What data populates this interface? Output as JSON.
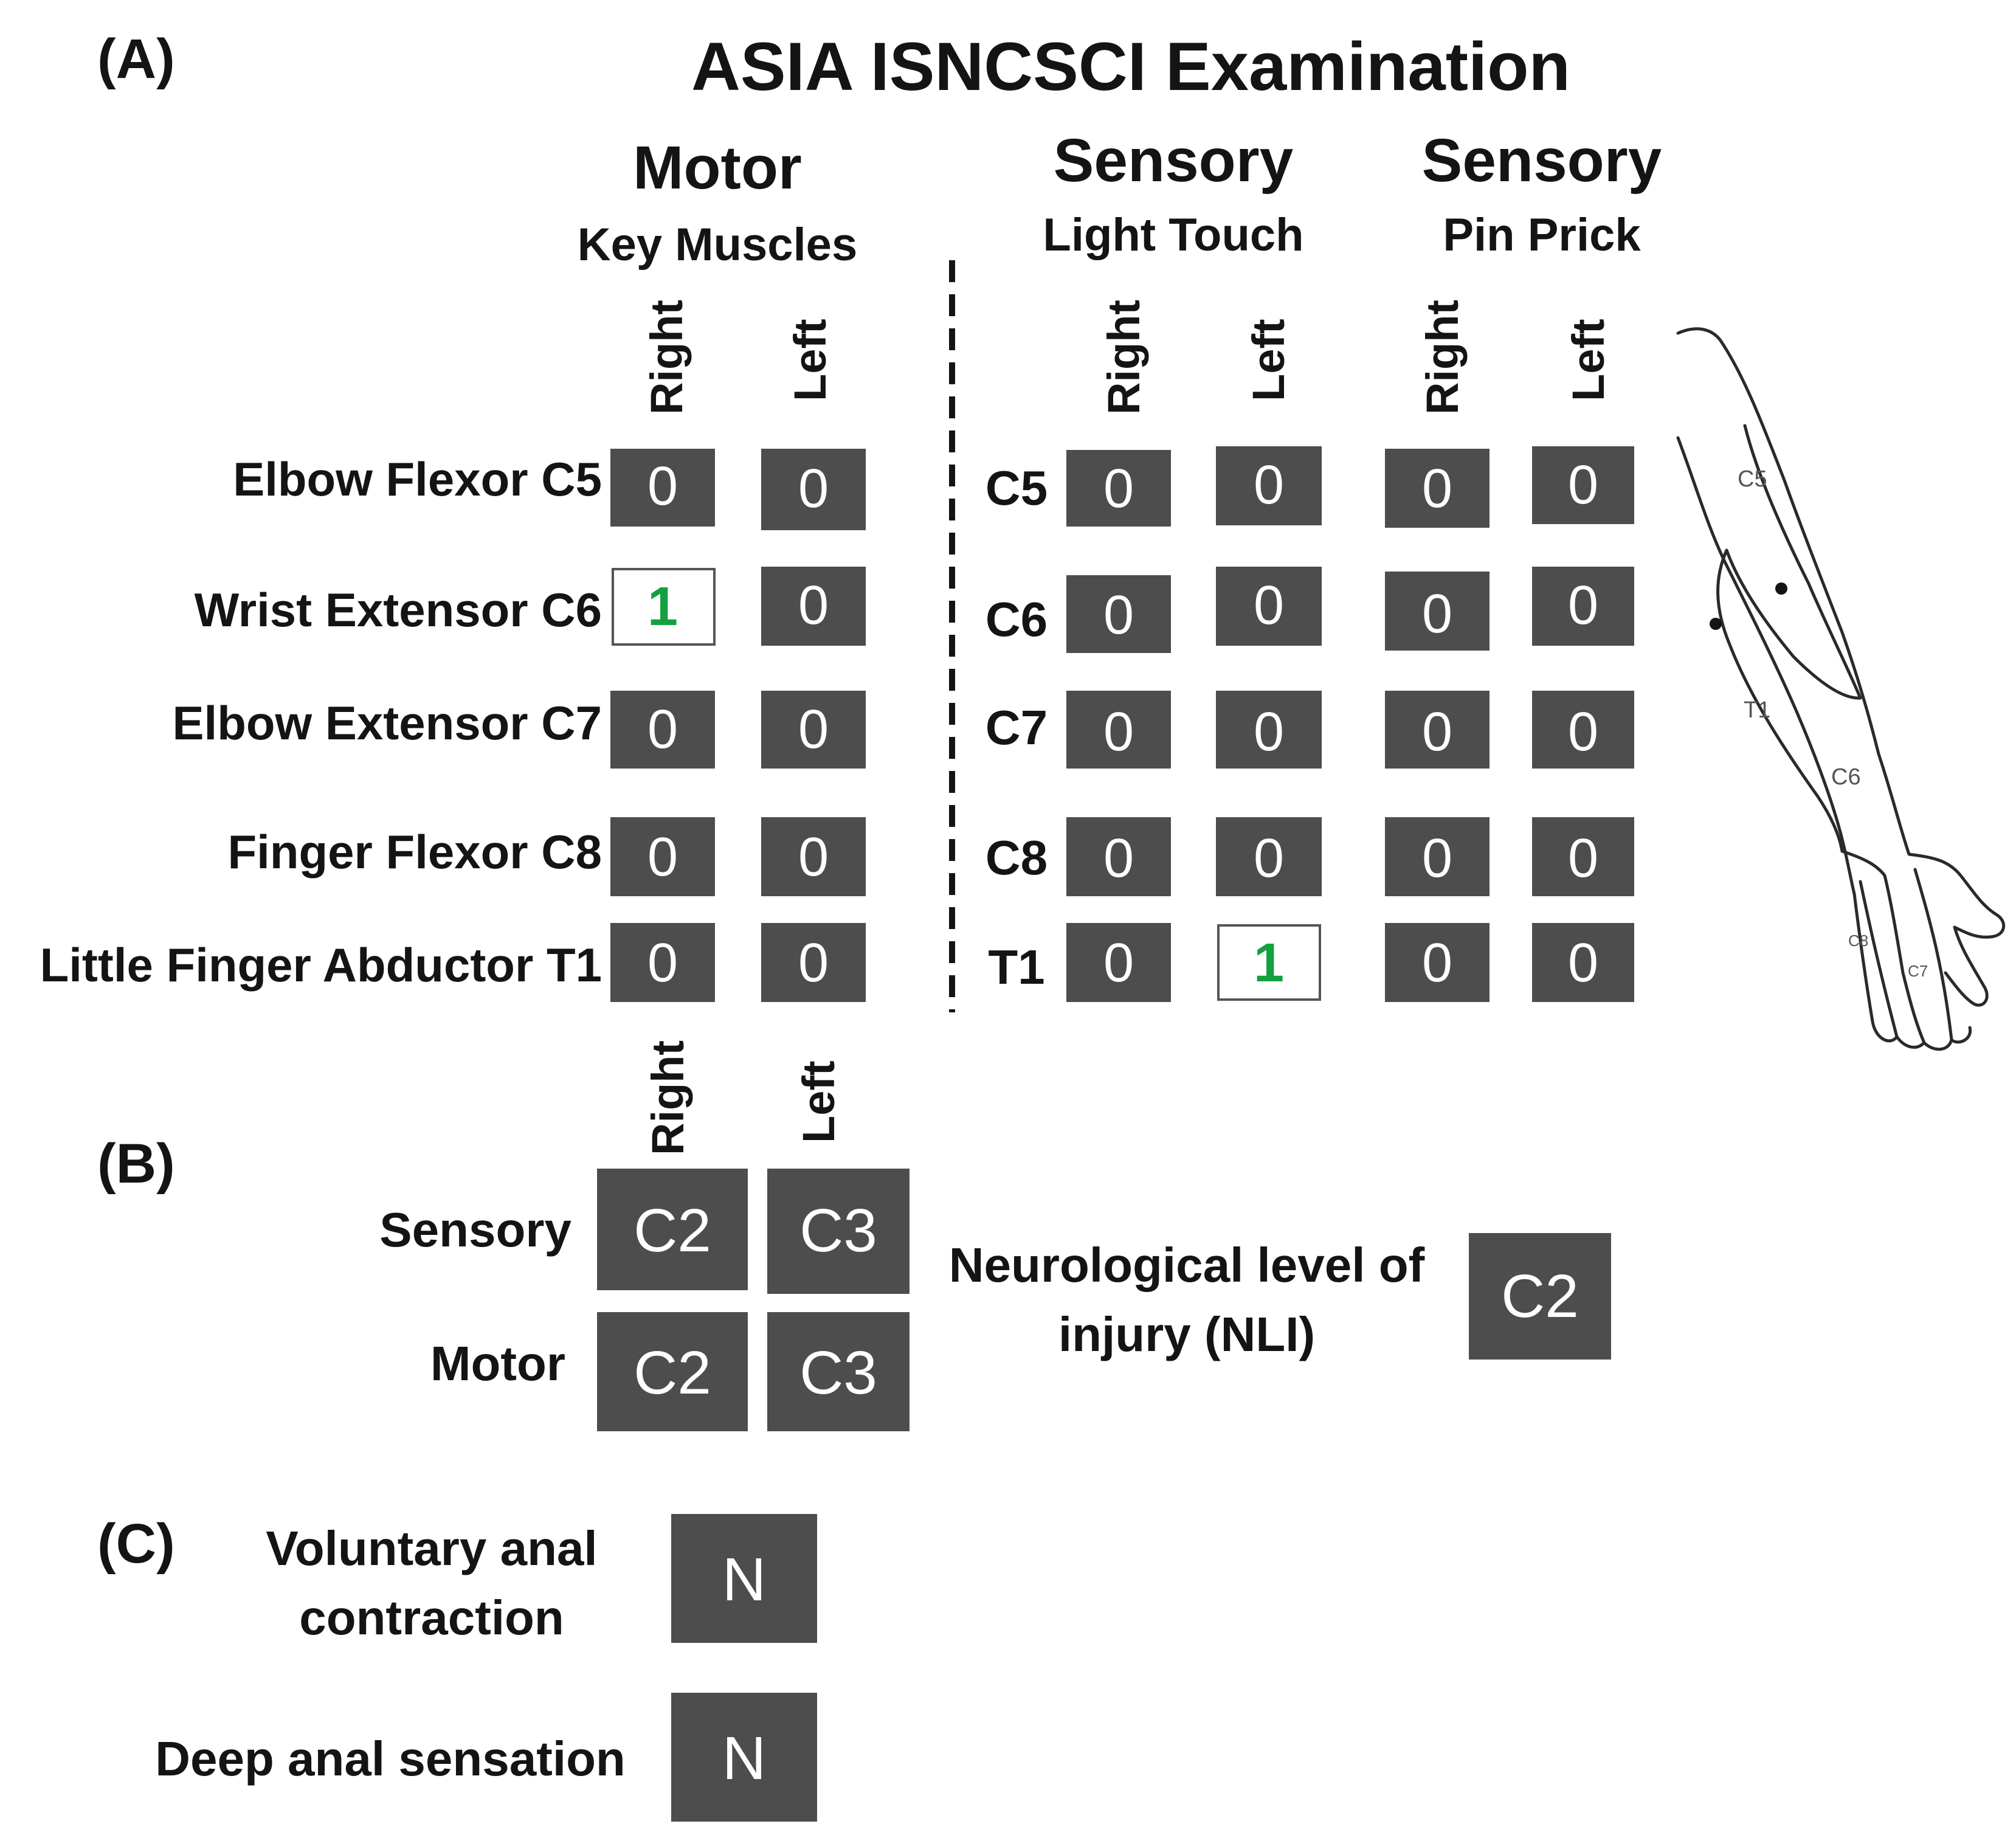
{
  "colors": {
    "box_fill": "#4d4d4d",
    "box_text": "#ffffff",
    "highlight_text": "#14a040",
    "label_text": "#141414"
  },
  "panel_a": {
    "panel_label": "(A)",
    "title": "ASIA ISNCSCI Examination",
    "motor_header": "Motor",
    "motor_sub": "Key Muscles",
    "lt_header": "Sensory",
    "lt_sub": "Light Touch",
    "pp_header": "Sensory",
    "pp_sub": "Pin Prick",
    "right": "Right",
    "left": "Left",
    "motor_rows": [
      {
        "label": "Elbow Flexor C5",
        "right": "0",
        "left": "0",
        "right_highlight": false,
        "left_highlight": false
      },
      {
        "label": "Wrist Extensor C6",
        "right": "1",
        "left": "0",
        "right_highlight": true,
        "left_highlight": false
      },
      {
        "label": "Elbow Extensor C7",
        "right": "0",
        "left": "0",
        "right_highlight": false,
        "left_highlight": false
      },
      {
        "label": "Finger Flexor C8",
        "right": "0",
        "left": "0",
        "right_highlight": false,
        "left_highlight": false
      },
      {
        "label": "Little Finger Abductor T1",
        "right": "0",
        "left": "0",
        "right_highlight": false,
        "left_highlight": false
      }
    ],
    "sensory_rows": [
      {
        "level": "C5",
        "lt_right": "0",
        "lt_left": "0",
        "pp_right": "0",
        "pp_left": "0",
        "lt_left_highlight": false
      },
      {
        "level": "C6",
        "lt_right": "0",
        "lt_left": "0",
        "pp_right": "0",
        "pp_left": "0",
        "lt_left_highlight": false
      },
      {
        "level": "C7",
        "lt_right": "0",
        "lt_left": "0",
        "pp_right": "0",
        "pp_left": "0",
        "lt_left_highlight": false
      },
      {
        "level": "C8",
        "lt_right": "0",
        "lt_left": "0",
        "pp_right": "0",
        "pp_left": "0",
        "lt_left_highlight": false
      },
      {
        "level": "T1",
        "lt_right": "0",
        "lt_left": "1",
        "pp_right": "0",
        "pp_left": "0",
        "lt_left_highlight": true
      }
    ],
    "arm_labels": [
      "C5",
      "T1",
      "C6",
      "C8",
      "C7"
    ]
  },
  "panel_b": {
    "panel_label": "(B)",
    "right": "Right",
    "left": "Left",
    "sensory_label": "Sensory",
    "sensory_right": "C2",
    "sensory_left": "C3",
    "motor_label": "Motor",
    "motor_right": "C2",
    "motor_left": "C3",
    "nli_label_line1": "Neurological level of",
    "nli_label_line2": "injury (NLI)",
    "nli_value": "C2"
  },
  "panel_c": {
    "panel_label": "(C)",
    "vac_line1": "Voluntary anal",
    "vac_line2": "contraction",
    "vac_value": "N",
    "das_label": "Deep anal sensation",
    "das_value": "N"
  }
}
